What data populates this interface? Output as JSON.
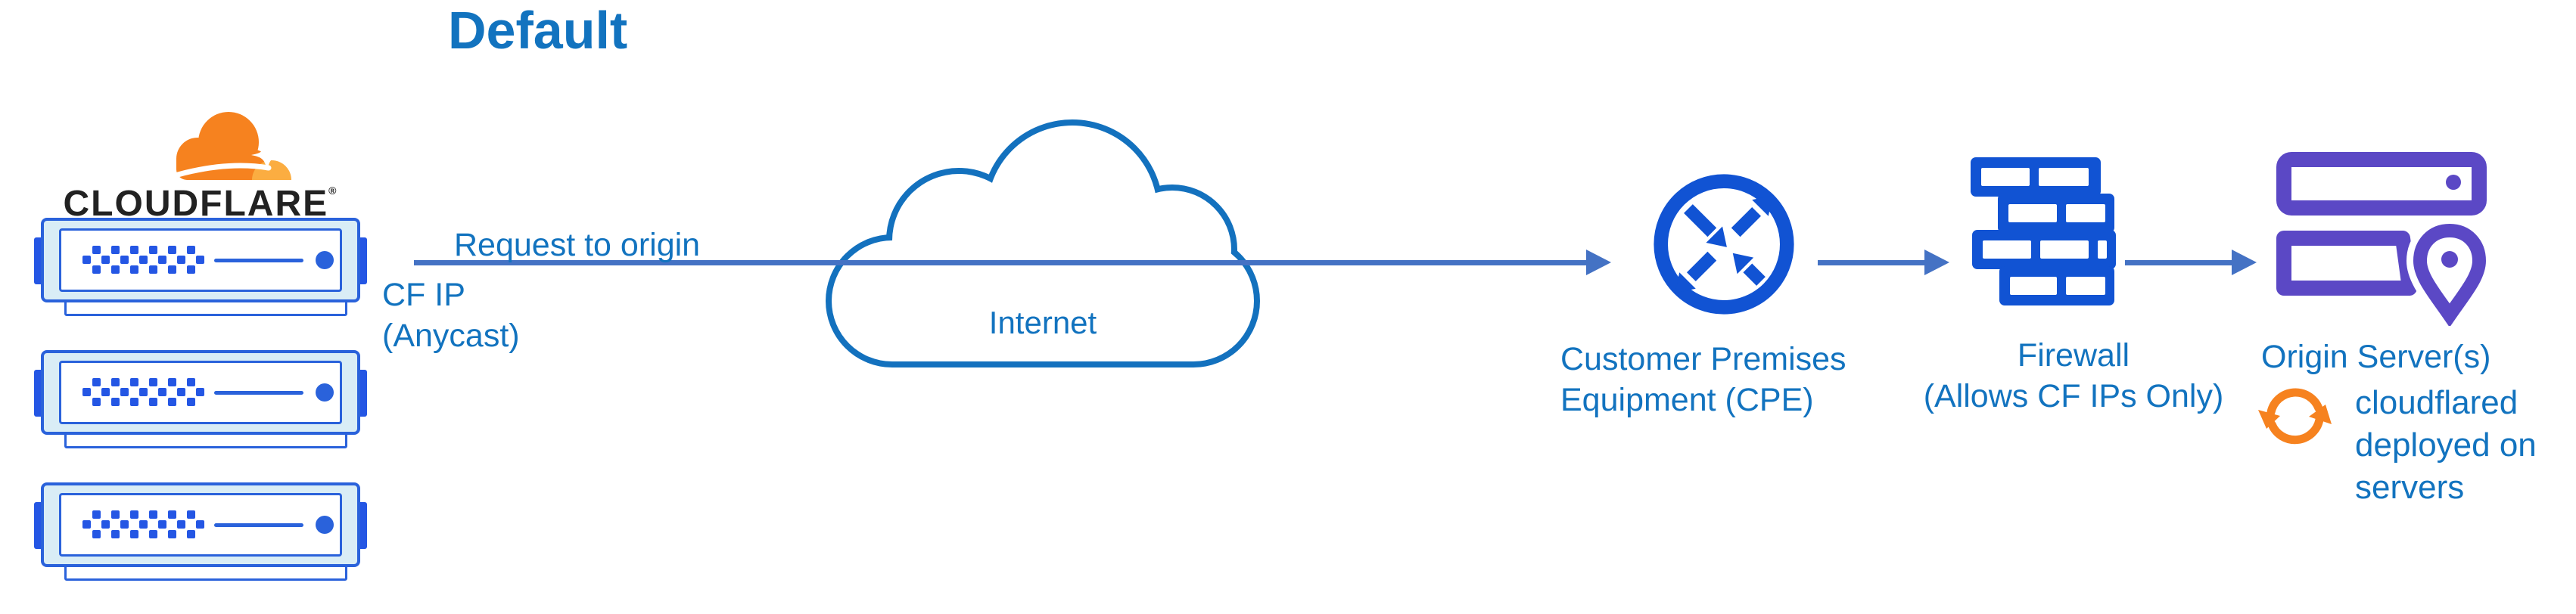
{
  "title": "Default",
  "colors": {
    "label_blue": "#1273BF",
    "line_blue": "#4472C4",
    "icon_blue": "#1153D3",
    "cloud_stroke": "#1371BE",
    "purple": "#5B48C5",
    "orange": "#F6821F",
    "orange_light": "#FBAD41",
    "server_border": "#2A62DB",
    "server_fill": "#D9EDF6",
    "server_accent": "#2456E4",
    "wordmark_dark": "#222222"
  },
  "cloudflare": {
    "wordmark": "CLOUDFLARE",
    "registered_mark": "®",
    "server_count": 3,
    "logo_icon": "cloudflare-cloud",
    "server_icon": "edge-server"
  },
  "request_flow": {
    "arrow_label": "Request to origin",
    "ip_label_line1": "CF IP",
    "ip_label_line2": "(Anycast)"
  },
  "internet": {
    "label": "Internet",
    "icon": "internet-cloud"
  },
  "cpe": {
    "label_line1": "Customer Premises",
    "label_line2": "Equipment (CPE)",
    "icon": "router-crossed-arrows"
  },
  "firewall": {
    "label_line1": "Firewall",
    "label_line2": "(Allows CF IPs Only)",
    "icon": "brick-wall"
  },
  "origin": {
    "label": "Origin Server(s)",
    "icon": "server-stack-location-pin"
  },
  "cloudflared": {
    "note_line1": "cloudflared",
    "note_line2": "deployed on",
    "note_line3": "servers",
    "icon": "sync-arrows"
  }
}
